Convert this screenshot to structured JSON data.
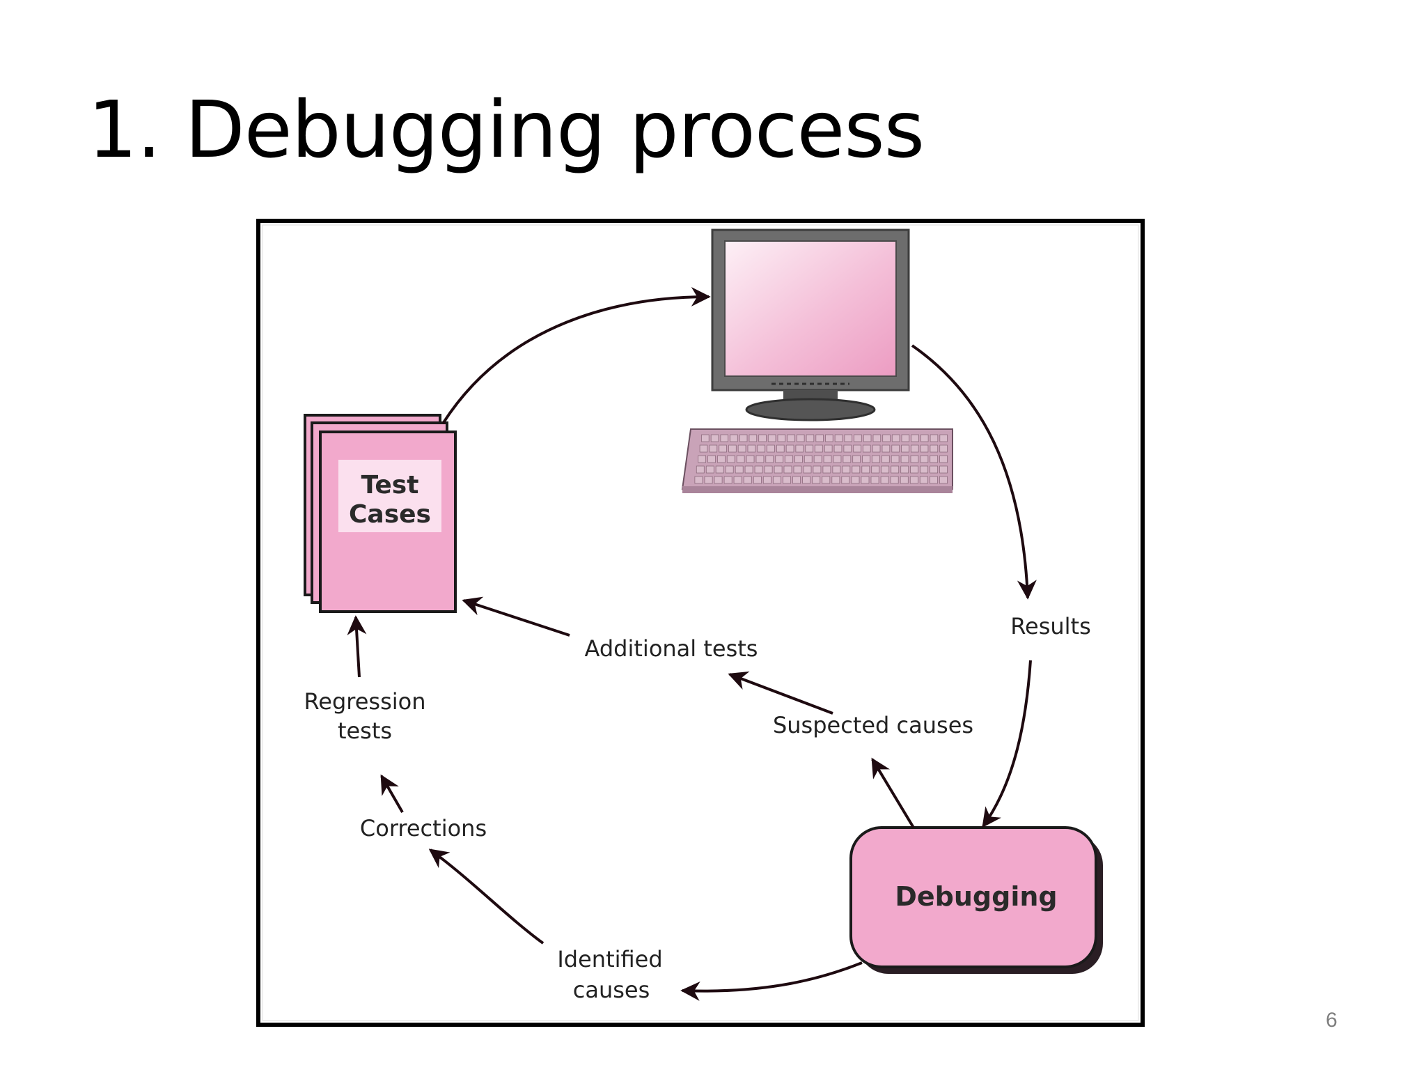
{
  "slide": {
    "title": "1. Debugging process",
    "page_number": "6"
  },
  "diagram": {
    "nodes": {
      "test_cases_line1": "Test",
      "test_cases_line2": "Cases",
      "debugging": "Debugging"
    },
    "edge_labels": {
      "results": "Results",
      "additional_tests": "Additional tests",
      "suspected_causes": "Suspected causes",
      "regression_tests_line1": "Regression",
      "regression_tests_line2": "tests",
      "corrections": "Corrections",
      "identified_causes_line1": "Identified",
      "identified_causes_line2": "causes"
    },
    "colors": {
      "node_fill": "#f2a9cc",
      "node_fill_light": "#fbe0ee",
      "outline": "#1a1a1a",
      "arrow": "#1e0a10",
      "monitor_frame": "#6d6d6d",
      "keyboard": "#c9a3b8"
    }
  }
}
